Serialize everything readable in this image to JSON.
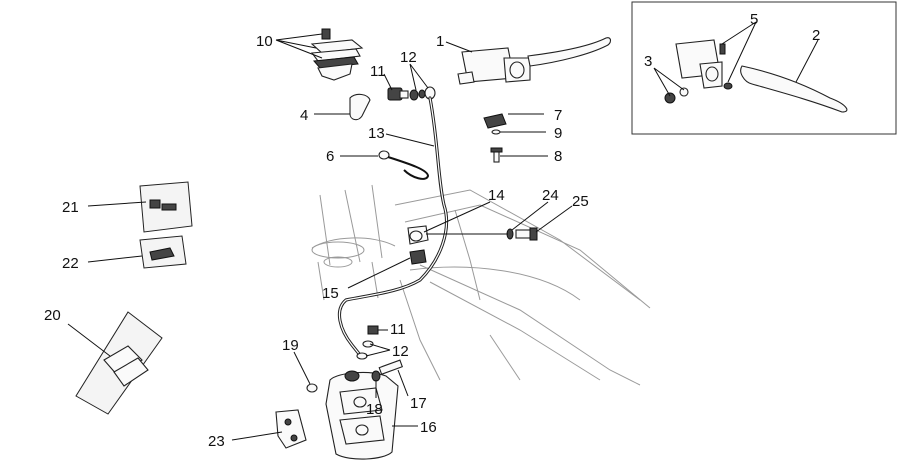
{
  "diagram": {
    "callouts": [
      {
        "id": "c1",
        "label": "1"
      },
      {
        "id": "c2",
        "label": "2"
      },
      {
        "id": "c3",
        "label": "3"
      },
      {
        "id": "c4",
        "label": "4"
      },
      {
        "id": "c5",
        "label": "5"
      },
      {
        "id": "c6",
        "label": "6"
      },
      {
        "id": "c7",
        "label": "7"
      },
      {
        "id": "c8",
        "label": "8"
      },
      {
        "id": "c9",
        "label": "9"
      },
      {
        "id": "c10",
        "label": "10"
      },
      {
        "id": "c11a",
        "label": "11"
      },
      {
        "id": "c11b",
        "label": "11"
      },
      {
        "id": "c12a",
        "label": "12"
      },
      {
        "id": "c12b",
        "label": "12"
      },
      {
        "id": "c13",
        "label": "13"
      },
      {
        "id": "c14",
        "label": "14"
      },
      {
        "id": "c15",
        "label": "15"
      },
      {
        "id": "c16",
        "label": "16"
      },
      {
        "id": "c17",
        "label": "17"
      },
      {
        "id": "c18",
        "label": "18"
      },
      {
        "id": "c19",
        "label": "19"
      },
      {
        "id": "c20",
        "label": "20"
      },
      {
        "id": "c21",
        "label": "21"
      },
      {
        "id": "c22",
        "label": "22"
      },
      {
        "id": "c23",
        "label": "23"
      },
      {
        "id": "c24",
        "label": "24"
      },
      {
        "id": "c25",
        "label": "25"
      }
    ]
  }
}
